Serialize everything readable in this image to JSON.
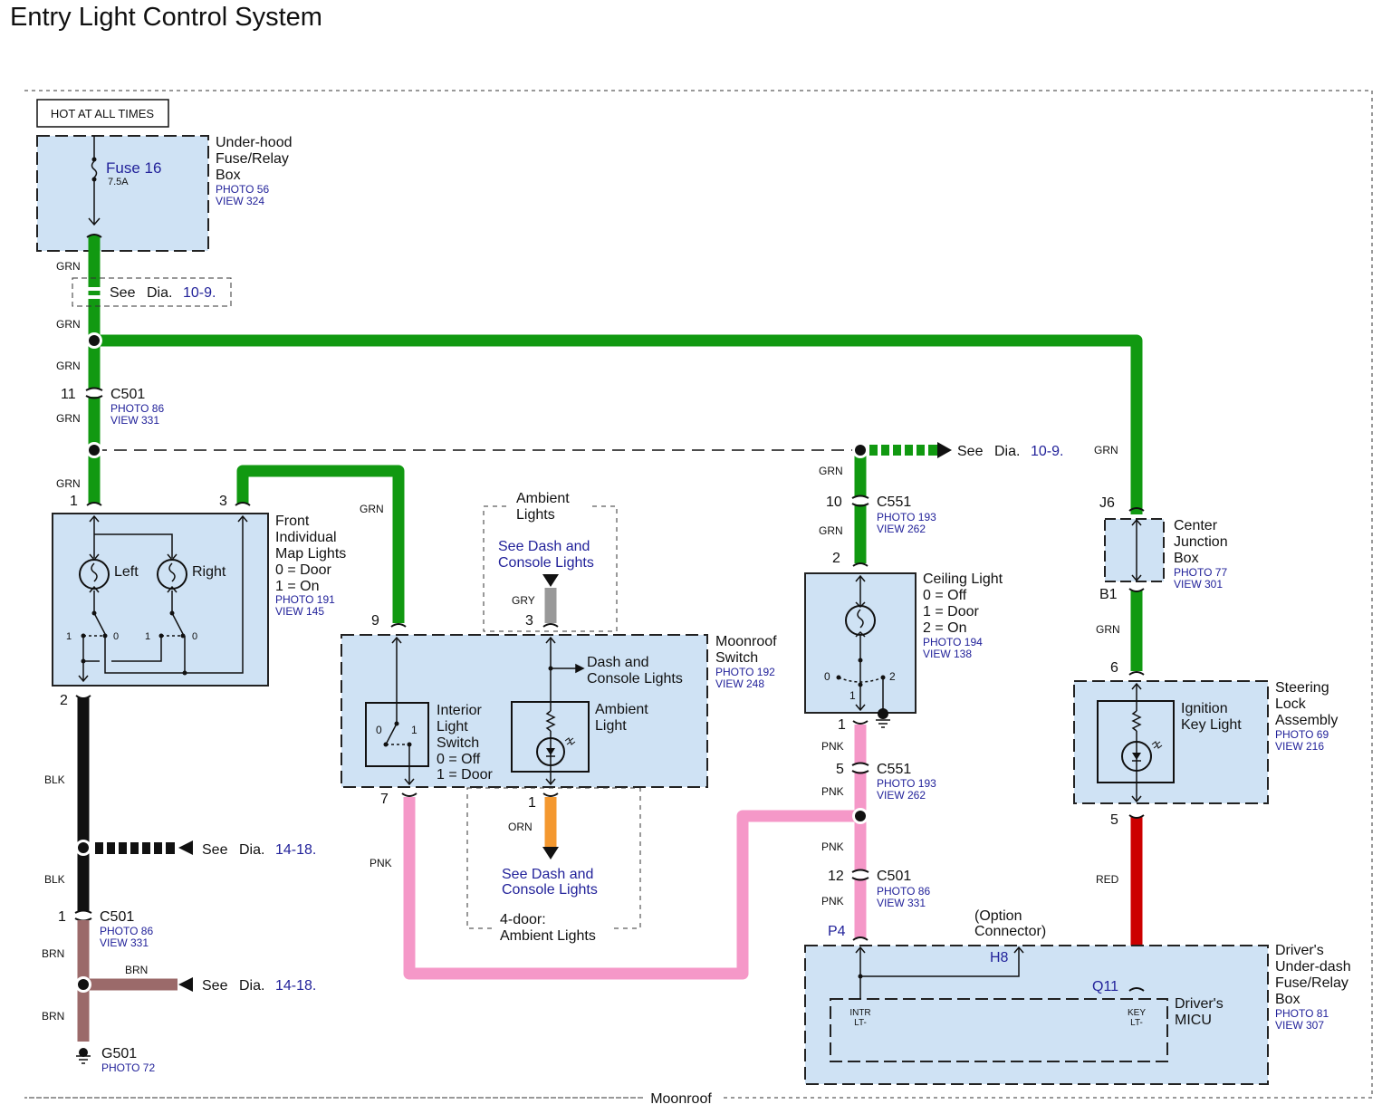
{
  "title": "Entry Light Control System",
  "hot_label": "HOT AT ALL TIMES",
  "footer_label": "Moonroof",
  "colors": {
    "grn": "#119911",
    "pnk": "#f598c8",
    "blk": "#111111",
    "brn": "#9b6a6a",
    "red": "#cc0000",
    "gry": "#999999",
    "orn": "#f4982f",
    "component_fill": "#cfe2f4",
    "ref_text": "#22229a"
  },
  "components": {
    "underhood": {
      "name_lines": [
        "Under-hood",
        "Fuse/Relay",
        "Box"
      ],
      "photo": "PHOTO 56",
      "view": "VIEW 324",
      "fuse": "Fuse 16",
      "rating": "7.5A"
    },
    "map_lights": {
      "name_lines": [
        "Front",
        "Individual",
        "Map Lights",
        "0 = Door",
        "1 = On"
      ],
      "photo": "PHOTO 191",
      "view": "VIEW 145",
      "left": "Left",
      "right": "Right",
      "pin_top_left": "1",
      "pin_top_right": "3",
      "pin_bottom": "2",
      "sw_labels": [
        "1",
        "0",
        "1",
        "0"
      ]
    },
    "moonroof_switch": {
      "name_lines": [
        "Moonroof",
        "Switch"
      ],
      "photo": "PHOTO 192",
      "view": "VIEW 248",
      "dash_lines": [
        "Dash and",
        "Console Lights"
      ],
      "interior_lines": [
        "Interior",
        "Light",
        "Switch",
        "0 = Off",
        "1 = Door"
      ],
      "ambient_lines": [
        "Ambient",
        "Light"
      ],
      "pin_9": "9",
      "pin_3": "3",
      "pin_7": "7",
      "pin_1": "1",
      "sw_0": "0",
      "sw_1": "1"
    },
    "ambient_top": {
      "title_lines": [
        "Ambient",
        "Lights"
      ],
      "see_lines": [
        "See Dash and",
        "Console Lights"
      ],
      "wire": "GRY"
    },
    "ambient_bottom": {
      "see_lines": [
        "See Dash and",
        "Console Lights"
      ],
      "title_lines": [
        "4-door:",
        "Ambient Lights"
      ],
      "wire": "ORN"
    },
    "ceiling_light": {
      "name_lines": [
        "Ceiling Light",
        "0 = Off",
        "1 = Door",
        "2 = On"
      ],
      "photo": "PHOTO 194",
      "view": "VIEW 138",
      "pin_top": "2",
      "pin_bottom": "1",
      "sw": [
        "0",
        "1",
        "2"
      ]
    },
    "center_junction": {
      "name_lines": [
        "Center",
        "Junction",
        "Box"
      ],
      "photo": "PHOTO 77",
      "view": "VIEW 301",
      "pin_top": "J6",
      "pin_bottom": "B1"
    },
    "steering_lock": {
      "name_lines": [
        "Steering",
        "Lock",
        "Assembly"
      ],
      "photo": "PHOTO 69",
      "view": "VIEW 216",
      "inner_lines": [
        "Ignition",
        "Key Light"
      ],
      "pin_top": "6",
      "pin_bottom": "5"
    },
    "underdash": {
      "name_lines": [
        "Driver's",
        "Under-dash",
        "Fuse/Relay",
        "Box"
      ],
      "photo": "PHOTO 81",
      "view": "VIEW 307",
      "micu_lines": [
        "Driver's",
        "MICU"
      ],
      "option_lines": [
        "(Option",
        "Connector)"
      ],
      "pin_p4": "P4",
      "pin_h8": "H8",
      "pin_q11": "Q11",
      "intr_lines": [
        "INTR",
        "LT-"
      ],
      "key_lines": [
        "KEY",
        "LT-"
      ]
    },
    "ground": {
      "name": "G501",
      "photo": "PHOTO 72"
    }
  },
  "connectors": {
    "c501_top": {
      "name": "C501",
      "pin": "11",
      "photo": "PHOTO 86",
      "view": "VIEW 331"
    },
    "c551_top": {
      "name": "C551",
      "pin": "10",
      "photo": "PHOTO 193",
      "view": "VIEW 262"
    },
    "c551_mid": {
      "name": "C551",
      "pin": "5",
      "photo": "PHOTO 193",
      "view": "VIEW 262"
    },
    "c501_right": {
      "name": "C501",
      "pin": "12",
      "photo": "PHOTO 86",
      "view": "VIEW 331"
    },
    "c501_left": {
      "name": "C501",
      "pin": "1",
      "photo": "PHOTO 86",
      "view": "VIEW 331"
    }
  },
  "references": {
    "see": "See",
    "dia": "Dia.",
    "ref_10_9": "10-9.",
    "ref_14_18": "14-18."
  },
  "wire_labels": {
    "grn": "GRN",
    "pnk": "PNK",
    "blk": "BLK",
    "brn": "BRN",
    "red": "RED"
  }
}
